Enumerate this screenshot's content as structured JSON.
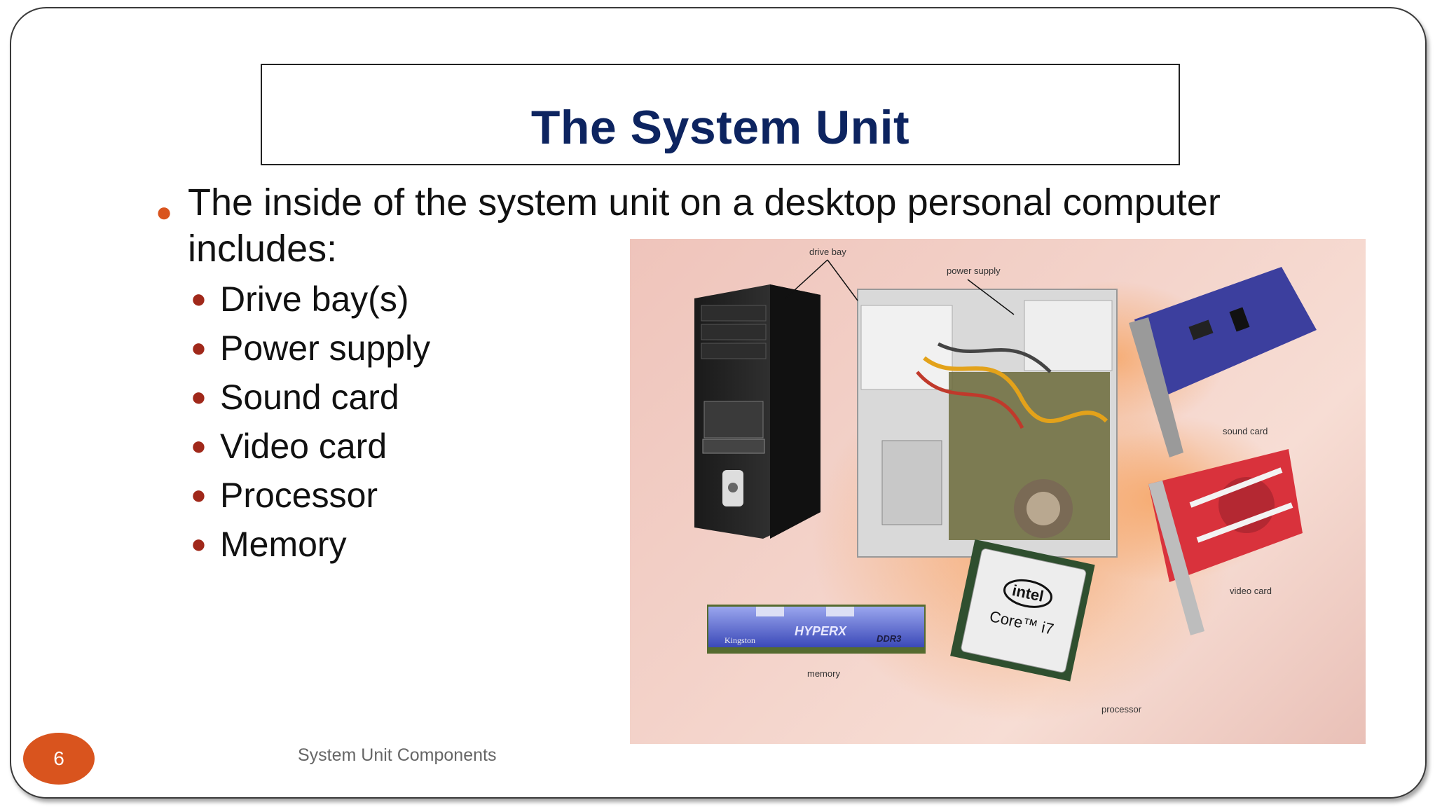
{
  "slide": {
    "title": "The System Unit",
    "main_bullet": "The inside of the system unit on a desktop personal computer includes:",
    "sub_bullets": [
      "Drive bay(s)",
      "Power supply",
      "Sound card",
      "Video card",
      "Processor",
      "Memory"
    ],
    "figure_labels": {
      "drive_bay": "drive bay",
      "power_supply": "power supply",
      "sound_card": "sound card",
      "video_card": "video card",
      "memory": "memory",
      "processor": "processor"
    },
    "figure_text": {
      "intel": "intel",
      "core": "Core™ i7",
      "hyperx": "HYPERX",
      "kingston": "Kingston",
      "ddr": "DDR3"
    },
    "page_number": "6",
    "footer": "System Unit Components"
  },
  "colors": {
    "title": "#0d2460",
    "accent": "#d9541e",
    "sub_bullet": "#a0281a"
  }
}
